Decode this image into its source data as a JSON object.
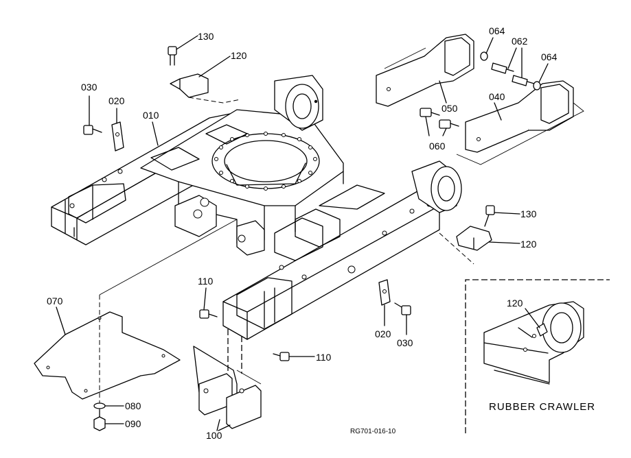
{
  "callouts": {
    "c130_top": "130",
    "c120_top": "120",
    "c030_left": "030",
    "c020_left": "020",
    "c010": "010",
    "c064_a": "064",
    "c062": "062",
    "c064_b": "064",
    "c040": "040",
    "c050": "050",
    "c060": "060",
    "c130_right": "130",
    "c120_right": "120",
    "c110_top": "110",
    "c110_bottom": "110",
    "c020_right": "020",
    "c030_right": "030",
    "c070": "070",
    "c080": "080",
    "c090": "090",
    "c100": "100",
    "c120_inset": "120"
  },
  "inset": {
    "title": "RUBBER  CRAWLER"
  },
  "drawing_code": "RG701-016-10"
}
